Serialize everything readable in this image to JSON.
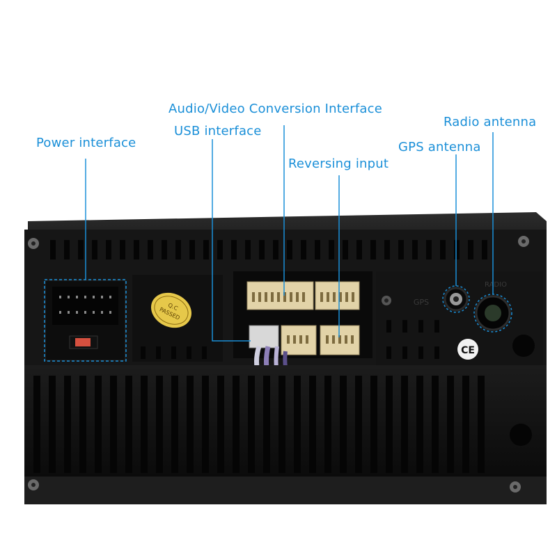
{
  "labels": {
    "power": "Power interface",
    "usb": "USB interface",
    "av": "Audio/Video Conversion Interface",
    "reversing": "Reversing input",
    "gps": "GPS antenna",
    "radio": "Radio antenna"
  },
  "device": {
    "qc_stamp_line1": "Q.C",
    "qc_stamp_line2": "PASSED",
    "gps_port_label": "GPS",
    "radio_port_label": "RADIO",
    "ce_mark": "CE"
  },
  "colors": {
    "callout": "#1a8fd8",
    "chassis": "#141414",
    "stamp": "#e6c84a"
  }
}
